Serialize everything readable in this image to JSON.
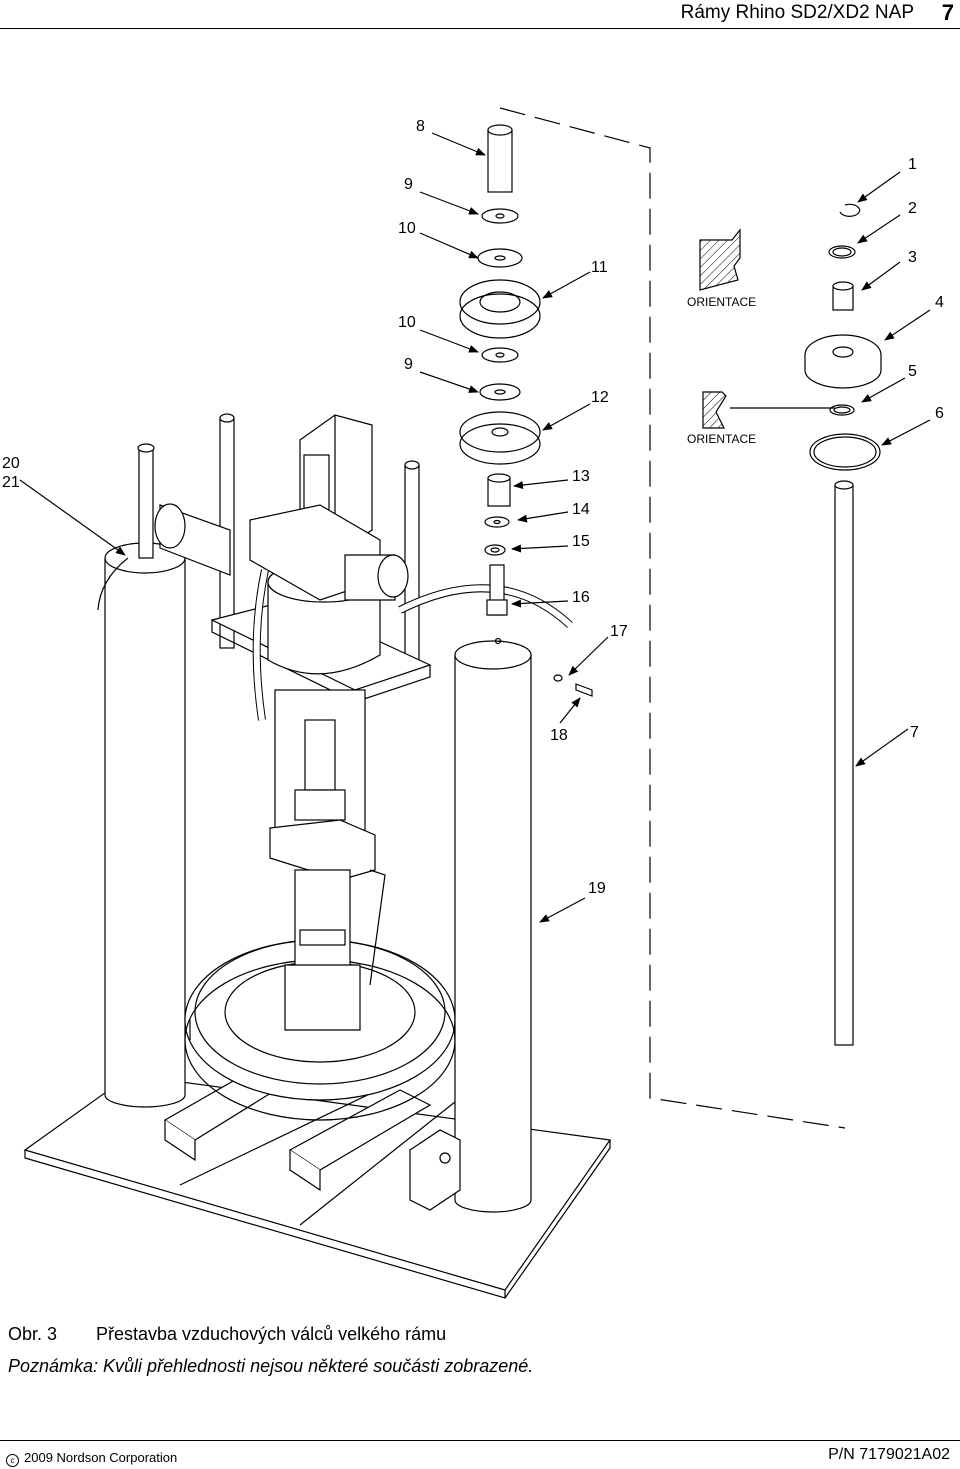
{
  "header": {
    "title": "Rámy Rhino SD2/XD2 NAP",
    "page_number": "7"
  },
  "figure": {
    "callouts": {
      "c1": "1",
      "c2": "2",
      "c3": "3",
      "c4": "4",
      "c5": "5",
      "c6": "6",
      "c7": "7",
      "c8": "8",
      "c9a": "9",
      "c9b": "9",
      "c10a": "10",
      "c10b": "10",
      "c11": "11",
      "c12": "12",
      "c13": "13",
      "c14": "14",
      "c15": "15",
      "c16": "16",
      "c17": "17",
      "c18": "18",
      "c19": "19",
      "c20": "20",
      "c21": "21"
    },
    "orientation_label_1": "ORIENTACE",
    "orientation_label_2": "ORIENTACE"
  },
  "caption": {
    "figure_ref": "Obr. 3",
    "title": "Přestavba vzduchových válců velkého rámu",
    "note": "Poznámka: Kvůli přehlednosti nejsou některé součásti zobrazené."
  },
  "footer": {
    "copyright": "2009 Nordson Corporation",
    "part_number": "P/N 7179021A02"
  }
}
